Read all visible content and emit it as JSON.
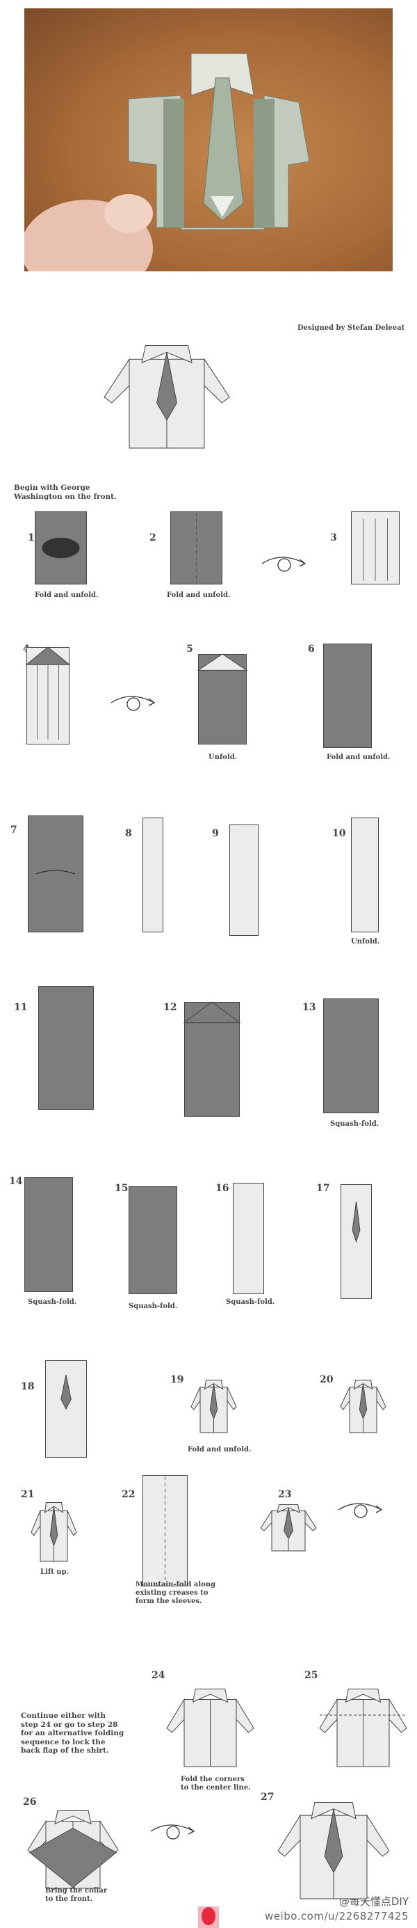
{
  "designer_credit": "Designed by Stefan Deleeat",
  "intro": "Begin with George\nWashington on the front.",
  "steps": [
    {
      "number": "1",
      "caption": "Fold and unfold."
    },
    {
      "number": "2",
      "caption": "Fold and unfold."
    },
    {
      "number": "3",
      "caption": ""
    },
    {
      "number": "4",
      "caption": ""
    },
    {
      "number": "5",
      "caption": "Unfold."
    },
    {
      "number": "6",
      "caption": "Fold and unfold."
    },
    {
      "number": "7",
      "caption": ""
    },
    {
      "number": "8",
      "caption": ""
    },
    {
      "number": "9",
      "caption": ""
    },
    {
      "number": "10",
      "caption": "Unfold."
    },
    {
      "number": "11",
      "caption": ""
    },
    {
      "number": "12",
      "caption": ""
    },
    {
      "number": "13",
      "caption": "Squash-fold."
    },
    {
      "number": "14",
      "caption": "Squash-fold."
    },
    {
      "number": "15",
      "caption": "Squash-fold."
    },
    {
      "number": "16",
      "caption": "Squash-fold."
    },
    {
      "number": "17",
      "caption": ""
    },
    {
      "number": "18",
      "caption": ""
    },
    {
      "number": "19",
      "caption": "Fold and unfold."
    },
    {
      "number": "20",
      "caption": ""
    },
    {
      "number": "21",
      "caption": "Lift up."
    },
    {
      "number": "22",
      "caption": "Mountain-fold along\nexisting creases to\nform the sleeves."
    },
    {
      "number": "23",
      "caption": ""
    },
    {
      "number": "24",
      "caption": "Fold the corners\nto the center line."
    },
    {
      "number": "25",
      "caption": ""
    },
    {
      "number": "26",
      "caption": "Bring the collar\nto the front."
    },
    {
      "number": "27",
      "caption": ""
    }
  ],
  "continue_note": "Continue either with\nstep 24 or go to step 28\nfor an alternative folding\nsequence to lock the\nback flap of the shirt.",
  "watermark": {
    "handle": "@每天懂点DIY",
    "url": "weibo.com/u/2268277425"
  },
  "colors": {
    "dark_paper": "#7d7d7d",
    "light_paper": "#ececec",
    "line": "#444444",
    "photo_bg": "#a86a38",
    "bill": "#b9c4b4"
  }
}
